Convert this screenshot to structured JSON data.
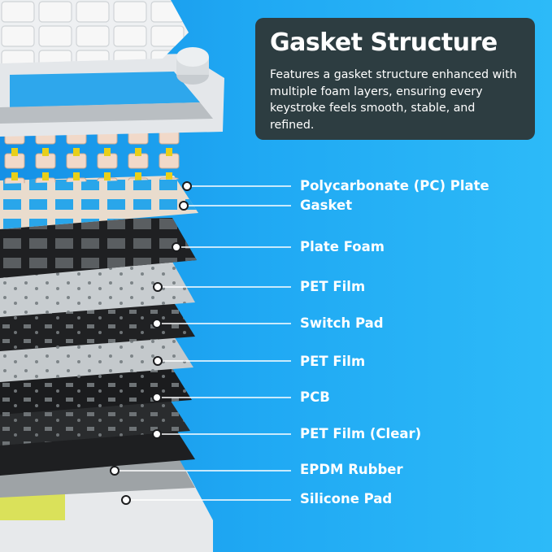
{
  "card": {
    "title": "Gasket Structure",
    "description": "Features a gasket structure enhanced with multiple foam layers, ensuring every keystroke feels smooth, stable, and refined."
  },
  "layers": [
    {
      "label": "Polycarbonate (PC) Plate"
    },
    {
      "label": "Gasket"
    },
    {
      "label": "Plate Foam"
    },
    {
      "label": "PET Film"
    },
    {
      "label": "Switch Pad"
    },
    {
      "label": "PET Film"
    },
    {
      "label": "PCB"
    },
    {
      "label": "PET Film (Clear)"
    },
    {
      "label": "EPDM Rubber"
    },
    {
      "label": "Silicone Pad"
    }
  ],
  "colors": {
    "background": "#1fa8f3",
    "card": "#2d3d41",
    "switch_stem": "#e8cf1a",
    "switch_housing": "#f1d9c9",
    "foam": "#222222",
    "film": "#c4c9cc",
    "silicone_pad": "#d8e04a"
  }
}
